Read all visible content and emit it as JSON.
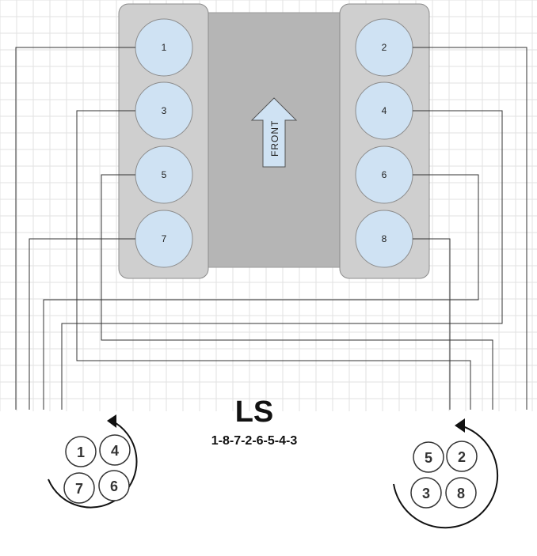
{
  "engine": {
    "title": "LS",
    "firing_order": "1-8-7-2-6-5-4-3",
    "front_label": "FRONT"
  },
  "cylinders": {
    "left_bank": [
      "1",
      "3",
      "5",
      "7"
    ],
    "right_bank": [
      "2",
      "4",
      "6",
      "8"
    ]
  },
  "coil_packs": {
    "left": [
      "1",
      "4",
      "7",
      "6"
    ],
    "right": [
      "5",
      "2",
      "3",
      "8"
    ]
  },
  "colors": {
    "bank": "#cfcfcf",
    "valley": "#b5b5b5",
    "cylinder_fill": "#cfe2f3",
    "grid": "#e2e2e2",
    "wire": "#333333"
  }
}
